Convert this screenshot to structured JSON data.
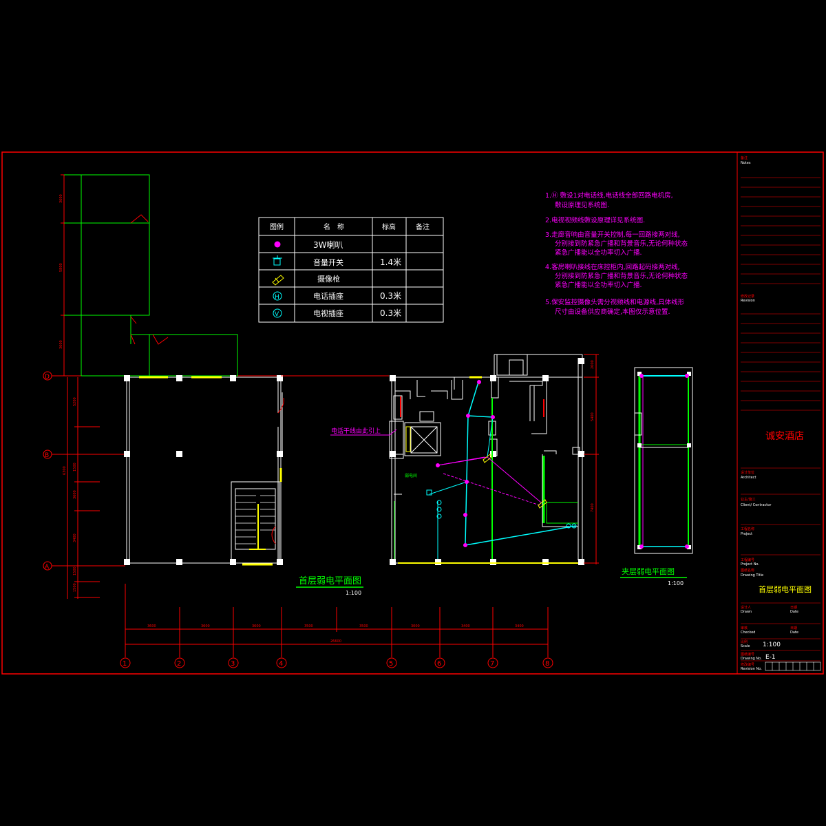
{
  "legend": {
    "headers": [
      "图例",
      "名　称",
      "标高",
      "备注"
    ],
    "rows": [
      {
        "icon": "speaker-icon",
        "name": "3W喇叭",
        "height": "",
        "note": ""
      },
      {
        "icon": "volume-switch-icon",
        "name": "音量开关",
        "height": "1.4米",
        "note": ""
      },
      {
        "icon": "camera-icon",
        "name": "摄像枪",
        "height": "",
        "note": ""
      },
      {
        "icon": "phone-outlet-icon",
        "name": "电话插座",
        "height": "0.3米",
        "note": ""
      },
      {
        "icon": "tv-outlet-icon",
        "name": "电视插座",
        "height": "0.3米",
        "note": ""
      }
    ]
  },
  "notes": [
    "1.Ⓗ 敷设1对电话线,电话线全部回路电机房,",
    "敷设原理见系统图.",
    "2.电视视频线敷设原理详见系统图.",
    "3.走廊音响由音量开关控制,每一回路接两对线,",
    "分别接到防紧急广播和背景音乐,无论何种状态",
    "紧急广播能以全功率切入广播.",
    "4.客房喇叭接线在床控柜内,回路起码接两对线,",
    "分别接到防紧急广播和背景音乐,无论何种状态",
    "紧急广播能以全功率切入广播.",
    "5.保安监控摄像头需分视频线和电源线,具体线形",
    "尺寸由设备供应商确定,本图仅示意位置."
  ],
  "plans": {
    "ground_title": "首层弱电平面图",
    "ground_scale": "1:100",
    "mezz_title": "夹层弱电平面图",
    "mezz_scale": "1:100",
    "phone_note": "电话干线由此引上",
    "room_label": "弱电间"
  },
  "dims": {
    "bottom": [
      "3600",
      "3600",
      "3600",
      "3500",
      "3500",
      "3000",
      "3400",
      "3400"
    ],
    "total": "26600",
    "left_top": [
      "3600",
      "5800",
      "3600"
    ],
    "left_bottom": [
      "5200",
      "6300",
      "1500",
      "3600",
      "3400",
      "1500",
      "1500"
    ],
    "right": [
      "2000",
      "5400",
      "7400"
    ]
  },
  "axes": {
    "cols": [
      "1",
      "2",
      "3",
      "4",
      "5",
      "6",
      "7",
      "8"
    ],
    "rows": [
      "D",
      "B",
      "A"
    ]
  },
  "title_block": {
    "notes_label": "备注",
    "notes_en": "Notes",
    "revision_label": "修改记录",
    "revision_en": "Revision",
    "project_name": "诚安酒店",
    "architect_label": "设计单位",
    "architect_en": "Architect",
    "client_label": "业主/施工",
    "client_en": "Client/ Contractor",
    "project_label": "工程名称",
    "project_en": "Project",
    "project_no_label": "工程编号",
    "project_no_en": "Project No.",
    "drawing_title_label": "图纸名称",
    "drawing_title_en": "Drawing Title",
    "drawing_title": "首层弱电平面图",
    "drawn_label": "设计人",
    "drawn_en": "Drawn",
    "date_label": "日期",
    "date_en": "Date",
    "checked_label": "审核",
    "checked_en": "Checked",
    "date2_label": "日期",
    "date2_en": "Date",
    "scale_label": "比例",
    "scale_en": "Scale",
    "scale": "1:100",
    "drawing_no_label": "图纸编号",
    "drawing_no_en": "Drawing No.",
    "drawing_no": "E-1",
    "revision_no_label": "修改编号",
    "revision_no_en": "Revision No."
  },
  "colors": {
    "frame": "#ff0000",
    "wall": "#ffffff",
    "magenta": "#ff00ff",
    "cyan": "#00ffff",
    "green": "#00ff00",
    "yellow": "#ffff00"
  }
}
